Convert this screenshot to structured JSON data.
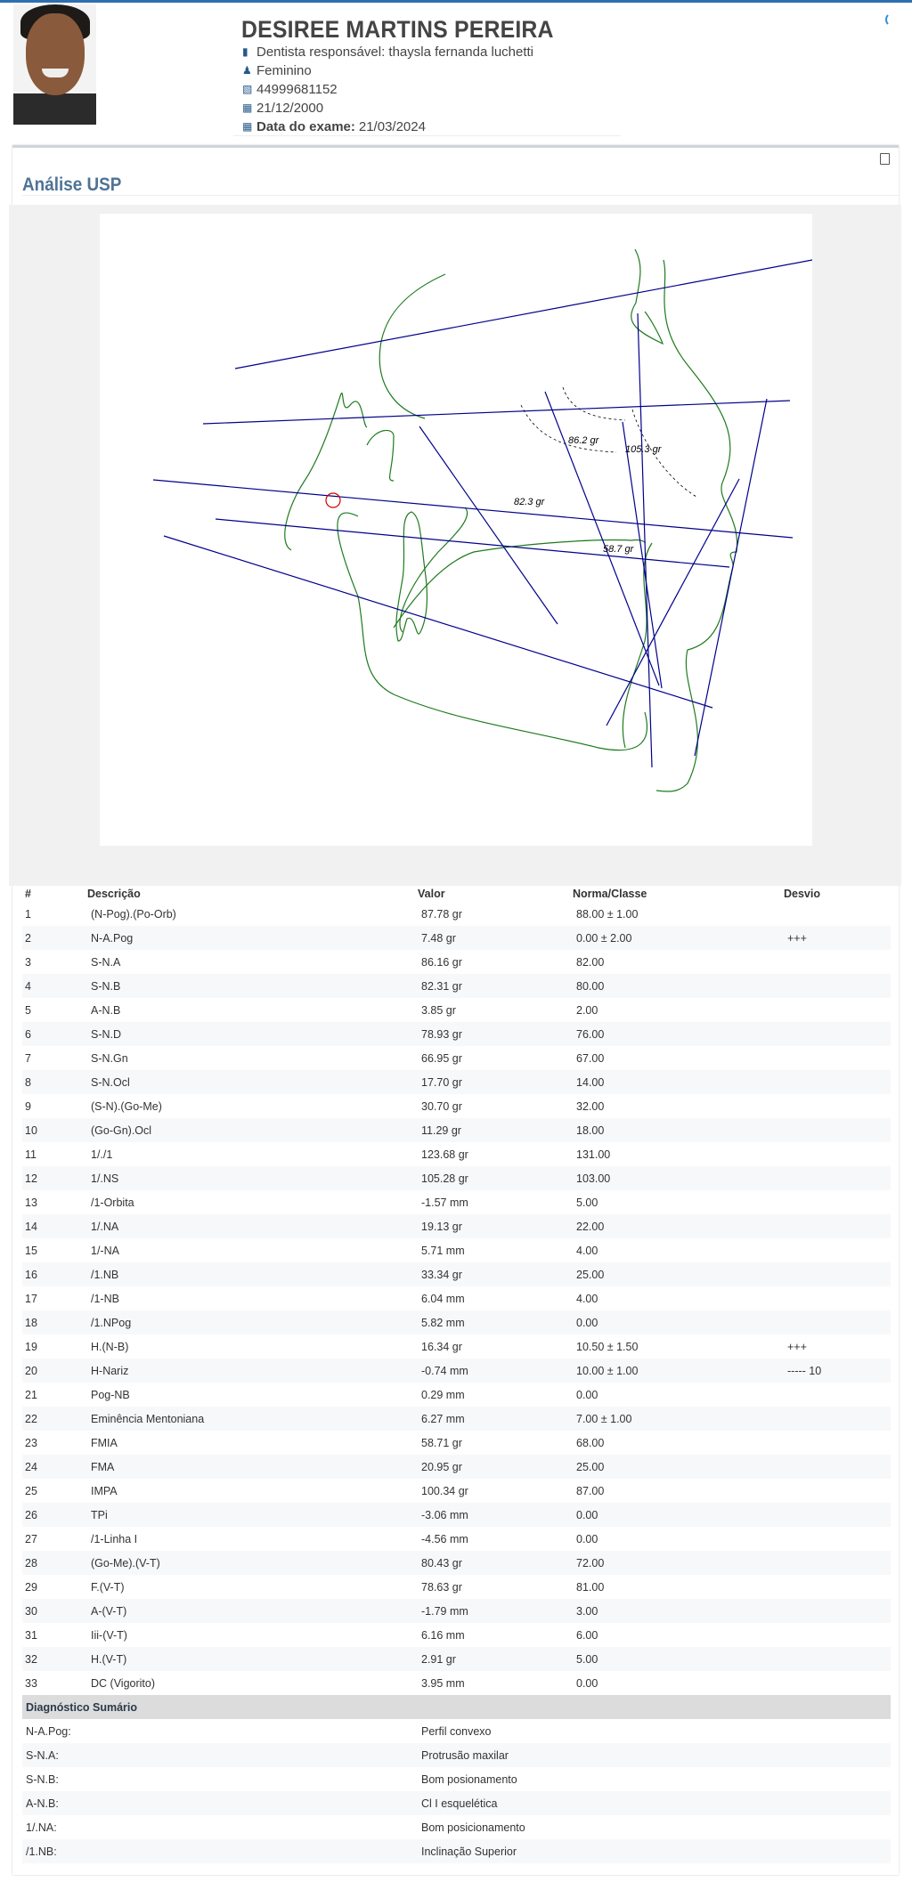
{
  "patient": {
    "name": "DESIREE MARTINS PEREIRA",
    "dentist": "Dentista responsável: thaysla fernanda luchetti",
    "gender": "Feminino",
    "phone": "44999681152",
    "birth_date": "21/12/2000",
    "exam_label": "Data do exame:",
    "exam_date": "21/03/2024"
  },
  "analysis": {
    "title": "Análise USP",
    "tracing_labels": [
      "86.2 gr",
      "105.3 gr",
      "82.3 gr",
      "58.7 gr"
    ]
  },
  "table": {
    "headers": [
      "#",
      "Descrição",
      "Valor",
      "Norma/Classe",
      "Desvio"
    ],
    "rows": [
      [
        "1",
        "(N-Pog).(Po-Orb)",
        "87.78 gr",
        "88.00 ± 1.00",
        ""
      ],
      [
        "2",
        "N-A.Pog",
        "7.48 gr",
        "0.00 ± 2.00",
        "+++"
      ],
      [
        "3",
        "S-N.A",
        "86.16 gr",
        "82.00",
        ""
      ],
      [
        "4",
        "S-N.B",
        "82.31 gr",
        "80.00",
        ""
      ],
      [
        "5",
        "A-N.B",
        "3.85 gr",
        "2.00",
        ""
      ],
      [
        "6",
        "S-N.D",
        "78.93 gr",
        "76.00",
        ""
      ],
      [
        "7",
        "S-N.Gn",
        "66.95 gr",
        "67.00",
        ""
      ],
      [
        "8",
        "S-N.Ocl",
        "17.70 gr",
        "14.00",
        ""
      ],
      [
        "9",
        "(S-N).(Go-Me)",
        "30.70 gr",
        "32.00",
        ""
      ],
      [
        "10",
        "(Go-Gn).Ocl",
        "11.29 gr",
        "18.00",
        ""
      ],
      [
        "11",
        "1/./1",
        "123.68 gr",
        "131.00",
        ""
      ],
      [
        "12",
        "1/.NS",
        "105.28 gr",
        "103.00",
        ""
      ],
      [
        "13",
        "/1-Orbita",
        "-1.57 mm",
        "5.00",
        ""
      ],
      [
        "14",
        "1/.NA",
        "19.13 gr",
        "22.00",
        ""
      ],
      [
        "15",
        "1/-NA",
        "5.71 mm",
        "4.00",
        ""
      ],
      [
        "16",
        "/1.NB",
        "33.34 gr",
        "25.00",
        ""
      ],
      [
        "17",
        "/1-NB",
        "6.04 mm",
        "4.00",
        ""
      ],
      [
        "18",
        "/1.NPog",
        "5.82 mm",
        "0.00",
        ""
      ],
      [
        "19",
        "H.(N-B)",
        "16.34 gr",
        "10.50 ± 1.50",
        "+++"
      ],
      [
        "20",
        "H-Nariz",
        "-0.74 mm",
        "10.00 ± 1.00",
        "----- 10"
      ],
      [
        "21",
        "Pog-NB",
        "0.29 mm",
        "0.00",
        ""
      ],
      [
        "22",
        "Eminência Mentoniana",
        "6.27 mm",
        "7.00 ± 1.00",
        ""
      ],
      [
        "23",
        "FMIA",
        "58.71 gr",
        "68.00",
        ""
      ],
      [
        "24",
        "FMA",
        "20.95 gr",
        "25.00",
        ""
      ],
      [
        "25",
        "IMPA",
        "100.34 gr",
        "87.00",
        ""
      ],
      [
        "26",
        "TPi",
        "-3.06 mm",
        "0.00",
        ""
      ],
      [
        "27",
        "/1-Linha I",
        "-4.56 mm",
        "0.00",
        ""
      ],
      [
        "28",
        "(Go-Me).(V-T)",
        "80.43 gr",
        "72.00",
        ""
      ],
      [
        "29",
        "F.(V-T)",
        "78.63 gr",
        "81.00",
        ""
      ],
      [
        "30",
        "A-(V-T)",
        "-1.79 mm",
        "3.00",
        ""
      ],
      [
        "31",
        "Iii-(V-T)",
        "6.16 mm",
        "6.00",
        ""
      ],
      [
        "32",
        "H.(V-T)",
        "2.91 gr",
        "5.00",
        ""
      ],
      [
        "33",
        "DC (Vigorito)",
        "3.95 mm",
        "0.00",
        ""
      ]
    ]
  },
  "summary": {
    "title": "Diagnóstico Sumário",
    "rows": [
      [
        "N-A.Pog:",
        "Perfil convexo"
      ],
      [
        "S-N.A:",
        "Protrusão maxilar"
      ],
      [
        "S-N.B:",
        "Bom posionamento"
      ],
      [
        "A-N.B:",
        "Cl I esquelética"
      ],
      [
        "1/.NA:",
        "Bom posicionamento"
      ],
      [
        "/1.NB:",
        "Inclinação Superior"
      ]
    ]
  },
  "colors": {
    "accent": "#2f6fb0",
    "title": "#4f7396",
    "tracing_lines": "#00008b",
    "tracing_curves": "#1f7a1f"
  }
}
